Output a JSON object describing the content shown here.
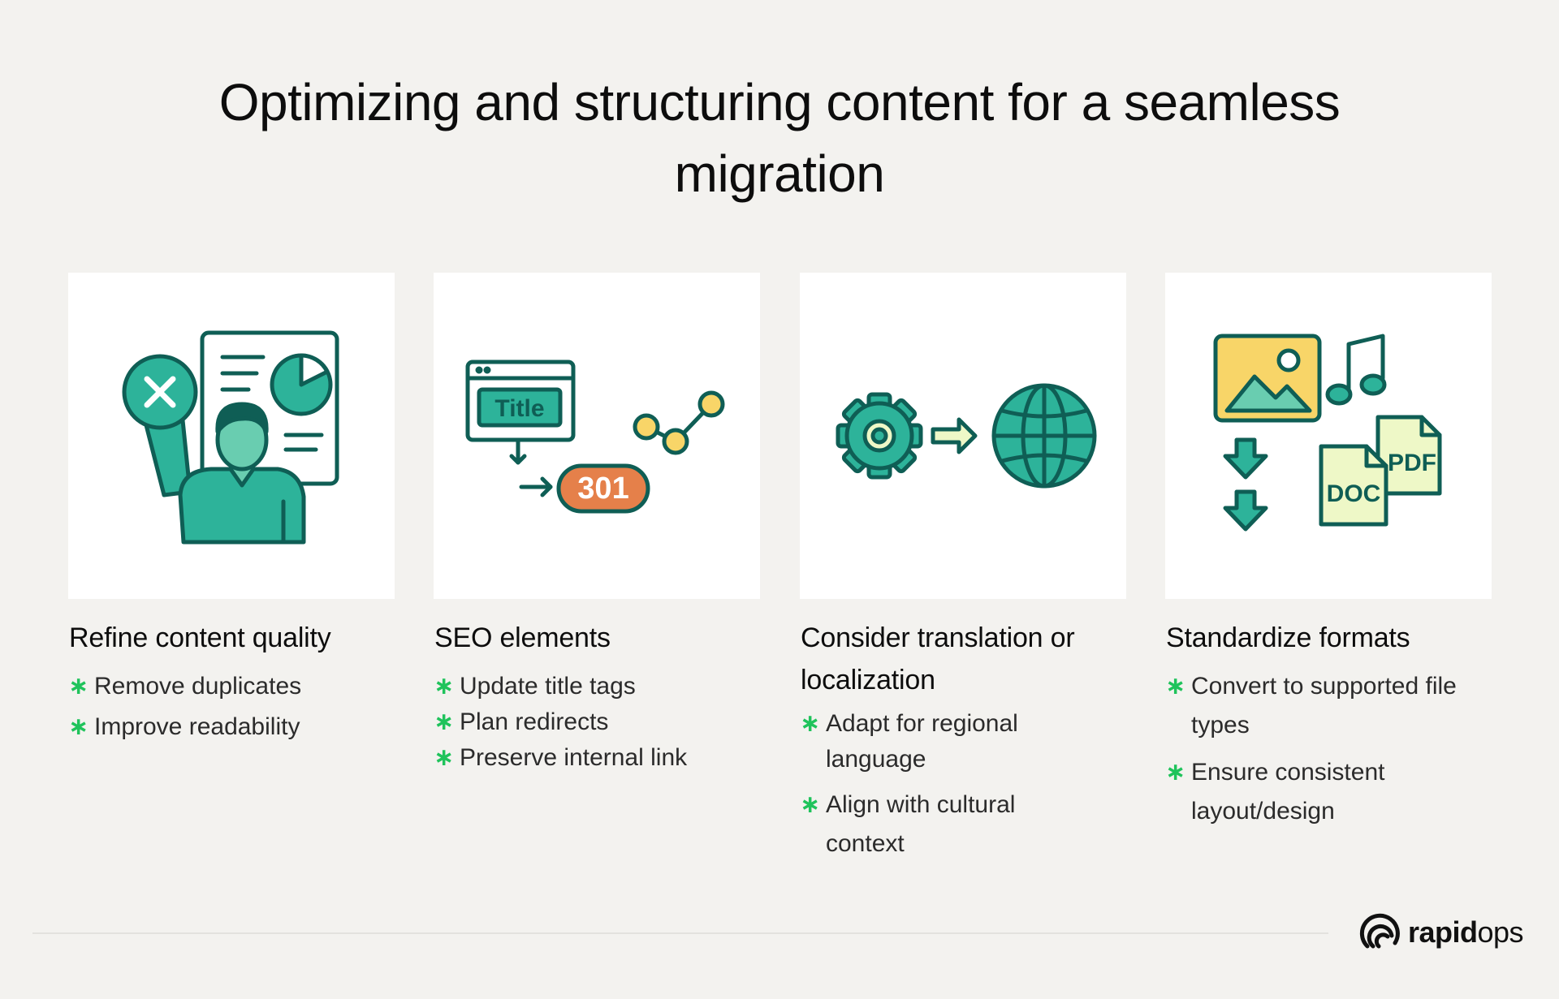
{
  "title": "Optimizing and structuring content for a seamless migration",
  "colors": {
    "teal": "#2db39a",
    "dark_teal": "#0f5e55",
    "mint": "#69cdb0",
    "yellow": "#f8d568",
    "orange": "#e5804a",
    "pale_green": "#eef8c7",
    "bullet_green": "#1fc35b"
  },
  "cards": [
    {
      "icon": "person-with-report-icon",
      "heading": "Refine content quality",
      "bullets": [
        "Remove duplicates",
        "Improve readability"
      ]
    },
    {
      "icon": "seo-redirect-icon",
      "heading": "SEO elements",
      "icon_labels": {
        "title": "Title",
        "code": "301"
      },
      "bullets": [
        "Update title tags",
        "Plan redirects",
        "Preserve internal link"
      ]
    },
    {
      "icon": "gear-to-globe-icon",
      "heading": "Consider translation or localization",
      "bullets": [
        "Adapt for regional language",
        "Align with cultural context"
      ]
    },
    {
      "icon": "file-formats-icon",
      "heading": "Standardize formats",
      "icon_labels": {
        "pdf": "PDF",
        "doc": "DOC"
      },
      "bullets": [
        "Convert to supported file types",
        "Ensure consistent layout/design"
      ]
    }
  ],
  "brand": {
    "bold": "rapid",
    "light": "ops"
  }
}
